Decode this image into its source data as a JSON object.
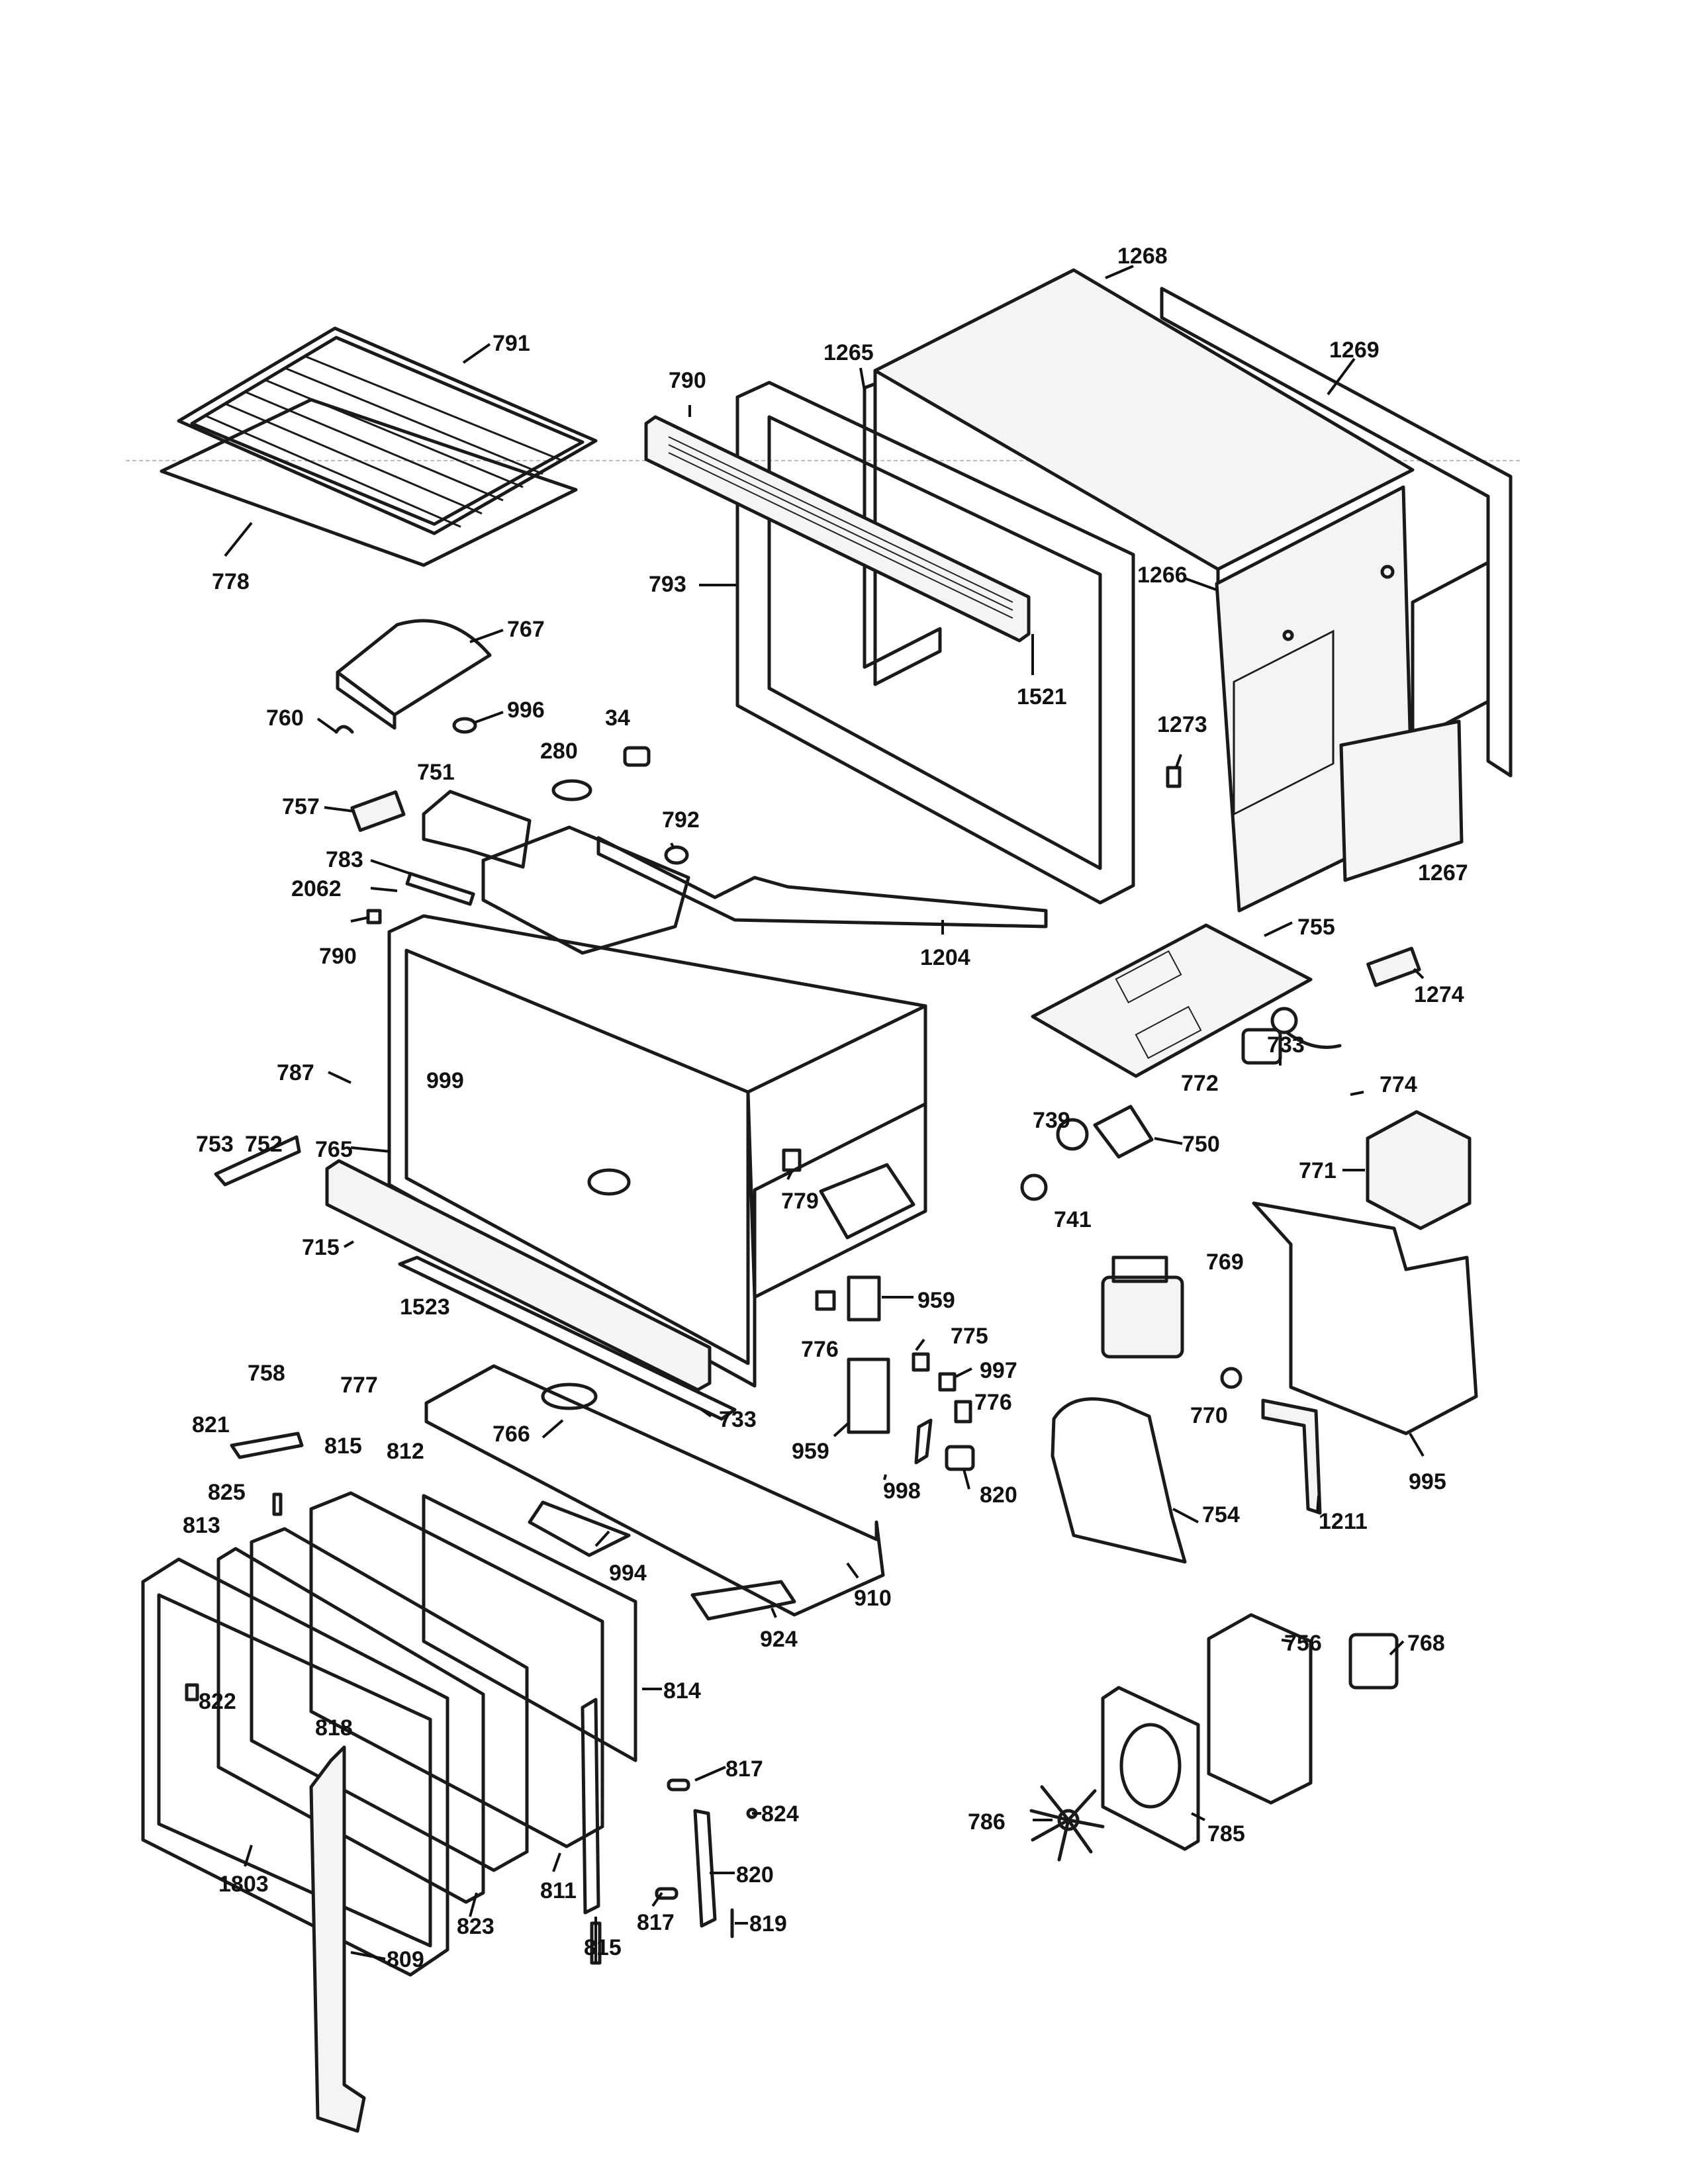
{
  "title": "",
  "labels": {
    "l1268": "1268",
    "l1269": "1269",
    "l791": "791",
    "l790a": "790",
    "l1265": "1265",
    "l778": "778",
    "l793": "793",
    "l1266": "1266",
    "l767": "767",
    "l1521": "1521",
    "l760": "760",
    "l996": "996",
    "l34": "34",
    "l1273": "1273",
    "l280": "280",
    "l751": "751",
    "l1267": "1267",
    "l757": "757",
    "l792": "792",
    "l783": "783",
    "l2062": "2062",
    "l790b": "790",
    "l1204": "1204",
    "l755": "755",
    "l1274": "1274",
    "l999": "999",
    "l787": "787",
    "l733a": "733",
    "l772": "772",
    "l774": "774",
    "l765": "765",
    "l739": "739",
    "l750": "750",
    "l779": "779",
    "l753": "753",
    "l752": "752",
    "l771": "771",
    "l741": "741",
    "l715": "715",
    "l769": "769",
    "l1523": "1523",
    "l959a": "959",
    "l758": "758",
    "l777": "777",
    "l776a": "776",
    "l775": "775",
    "l997": "997",
    "l733b": "733",
    "l821": "821",
    "l815a": "815",
    "l812": "812",
    "l766": "766",
    "l959b": "959",
    "l776b": "776",
    "l770": "770",
    "l995": "995",
    "l825": "825",
    "l998": "998",
    "l820a": "820",
    "l813": "813",
    "l754": "754",
    "l1211": "1211",
    "l994": "994",
    "l910": "910",
    "l924": "924",
    "l756": "756",
    "l768": "768",
    "l814": "814",
    "l822": "822",
    "l818": "818",
    "l817a": "817",
    "l824": "824",
    "l786": "786",
    "l785": "785",
    "l820b": "820",
    "l1803": "1803",
    "l817b": "817",
    "l819": "819",
    "l823": "823",
    "l811": "811",
    "l815b": "815",
    "l809": "809"
  }
}
